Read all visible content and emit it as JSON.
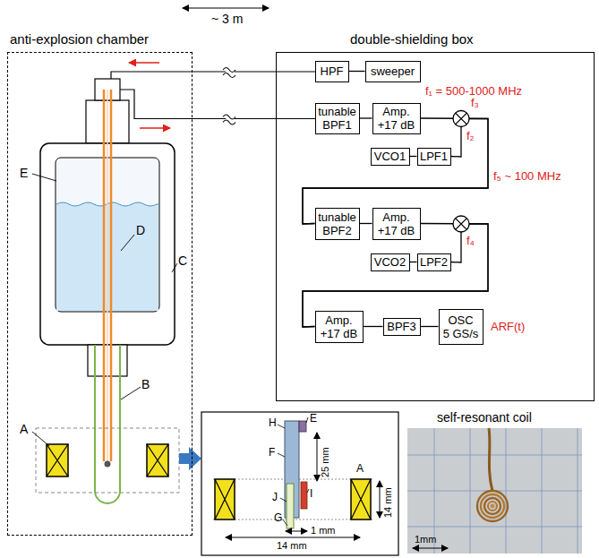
{
  "diagram": {
    "nodes": [
      {
        "text": [
          "anti-explosion chamber"
        ]
      },
      {
        "text": [
          "double-shielding box"
        ]
      },
      {
        "text": [
          "HPF"
        ],
        "in": 1
      },
      {
        "text": [
          "sweeper"
        ],
        "in": 1
      },
      {
        "text": [
          "tunable BPF1"
        ],
        "in": 1
      },
      {
        "text": [
          "Amp. +17 dB"
        ],
        "in": 1
      },
      {
        "text": [
          "VCO1"
        ],
        "in": 1
      },
      {
        "text": [
          "LPF1"
        ],
        "in": 1
      },
      {
        "text": [
          "tunable BPF2"
        ],
        "in": 1
      },
      {
        "text": [
          "Amp. +17 dB"
        ],
        "in": 1
      },
      {
        "text": [
          "VCO2"
        ],
        "in": 1
      },
      {
        "text": [
          "LPF2"
        ],
        "in": 1
      },
      {
        "text": [
          "Amp. +17 dB"
        ],
        "in": 1
      },
      {
        "text": [
          "BPF3"
        ],
        "in": 1
      },
      {
        "text": [
          "OSC",
          "5 GS/s"
        ],
        "in": 1
      }
    ],
    "edges": [
      {
        "from": 2,
        "to": 3,
        "arrow": "none"
      },
      {
        "from": 4,
        "to": 5,
        "arrow": "none"
      },
      {
        "from": 6,
        "to": 7,
        "arrow": "none"
      },
      {
        "from": 5,
        "to": 8,
        "arrow": "none"
      },
      {
        "from": 7,
        "to": 8,
        "arrow": "none"
      },
      {
        "from": 8,
        "to": 9,
        "arrow": "none"
      },
      {
        "from": 10,
        "to": 11,
        "arrow": "none"
      },
      {
        "from": 9,
        "to": 12,
        "arrow": "none"
      },
      {
        "from": 11,
        "to": 12,
        "arrow": "none"
      },
      {
        "from": 12,
        "to": 13,
        "arrow": "none"
      },
      {
        "from": 13,
        "to": 14,
        "arrow": "none"
      }
    ],
    "labels": [
      "~ 3 m",
      "E",
      "D",
      "C",
      "B",
      "A",
      "f₁ = 500-1000 MHz",
      "f₃",
      "f₂",
      "f₅ ~ 100 MHz",
      "f₄",
      "ARF(t)",
      "H",
      "E",
      "F",
      "25 mm",
      "A",
      "14 mm",
      "J",
      "I",
      "G",
      "1 mm",
      "14 mm",
      "self-resonant coil",
      "1mm"
    ]
  }
}
